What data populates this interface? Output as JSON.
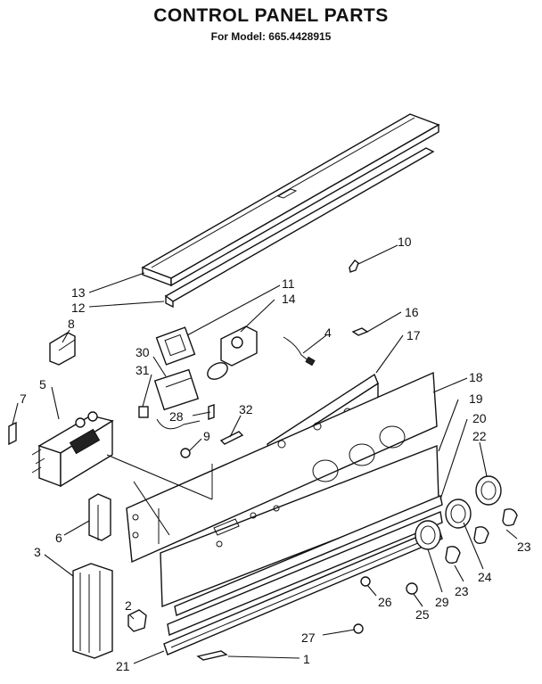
{
  "header": {
    "title": "CONTROL PANEL PARTS",
    "subtitle": "For Model: 665.4428915"
  },
  "callouts": {
    "c1": "1",
    "c2": "2",
    "c3": "3",
    "c4": "4",
    "c5": "5",
    "c6": "6",
    "c7": "7",
    "c8": "8",
    "c9": "9",
    "c10": "10",
    "c11": "11",
    "c12": "12",
    "c13": "13",
    "c14": "14",
    "c16": "16",
    "c17": "17",
    "c18": "18",
    "c19": "19",
    "c20": "20",
    "c21": "21",
    "c22": "22",
    "c23a": "23",
    "c23b": "23",
    "c24": "24",
    "c25": "25",
    "c26": "26",
    "c27": "27",
    "c28": "28",
    "c29": "29",
    "c30": "30",
    "c31": "31",
    "c32": "32"
  }
}
